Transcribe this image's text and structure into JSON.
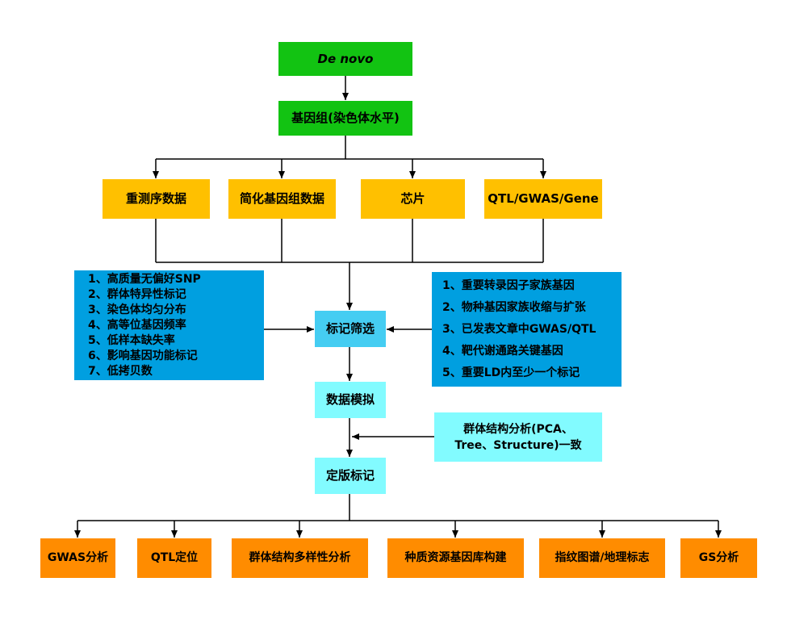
{
  "nodes": {
    "de_novo": {
      "label": "De novo"
    },
    "genome": {
      "label": "基因组(染色体水平)"
    },
    "source_1": {
      "label": "重测序数据"
    },
    "source_2": {
      "label": "简化基因组数据"
    },
    "source_3": {
      "label": "芯片"
    },
    "source_4": {
      "label": "QTL/GWAS/Gene"
    },
    "left_box": {
      "lines": [
        "1、高质量无偏好SNP",
        "2、群体特异性标记",
        "3、染色体均匀分布",
        "4、高等位基因频率",
        "5、低样本缺失率",
        "6、影响基因功能标记",
        "7、低拷贝数"
      ]
    },
    "right_box": {
      "lines": [
        "1、重要转录因子家族基因",
        "2、物种基因家族收缩与扩张",
        "3、已发表文章中GWAS/QTL",
        "4、靶代谢通路关键基因",
        "5、重要LD内至少一个标记"
      ]
    },
    "marker_screening": {
      "label": "标记筛选"
    },
    "data_simulation": {
      "label": "数据模拟"
    },
    "structure_note": {
      "lines": [
        "群体结构分析(PCA、",
        "Tree、Structure)一致"
      ]
    },
    "final_marker": {
      "label": "定版标记"
    },
    "app_1": {
      "label": "GWAS分析"
    },
    "app_2": {
      "label": "QTL定位"
    },
    "app_3": {
      "label": "群体结构多样性分析"
    },
    "app_4": {
      "label": "种质资源基因库构建"
    },
    "app_5": {
      "label": "指纹图谱/地理标志"
    },
    "app_6": {
      "label": "GS分析"
    }
  },
  "colors": {
    "green": "#12C312",
    "gold": "#FFC000",
    "blue": "#009FE0",
    "mid_cyan": "#45CDF2",
    "light_cyan": "#82FBFF",
    "orange": "#FF8C00",
    "line": "#000000",
    "text": "#000000"
  }
}
